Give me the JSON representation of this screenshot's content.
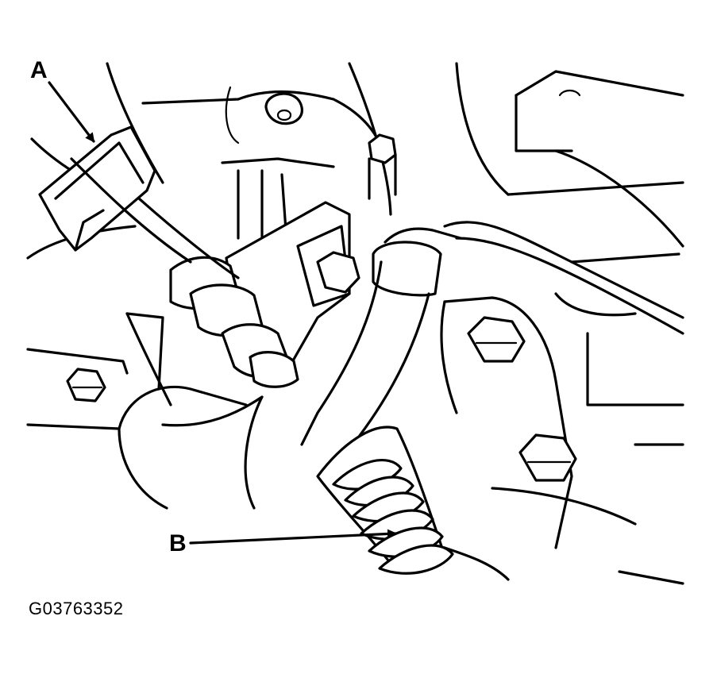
{
  "callouts": {
    "a": "A",
    "b": "B"
  },
  "figure_id": "G03763352",
  "colors": {
    "ink": "#000000",
    "paper": "#ffffff"
  }
}
